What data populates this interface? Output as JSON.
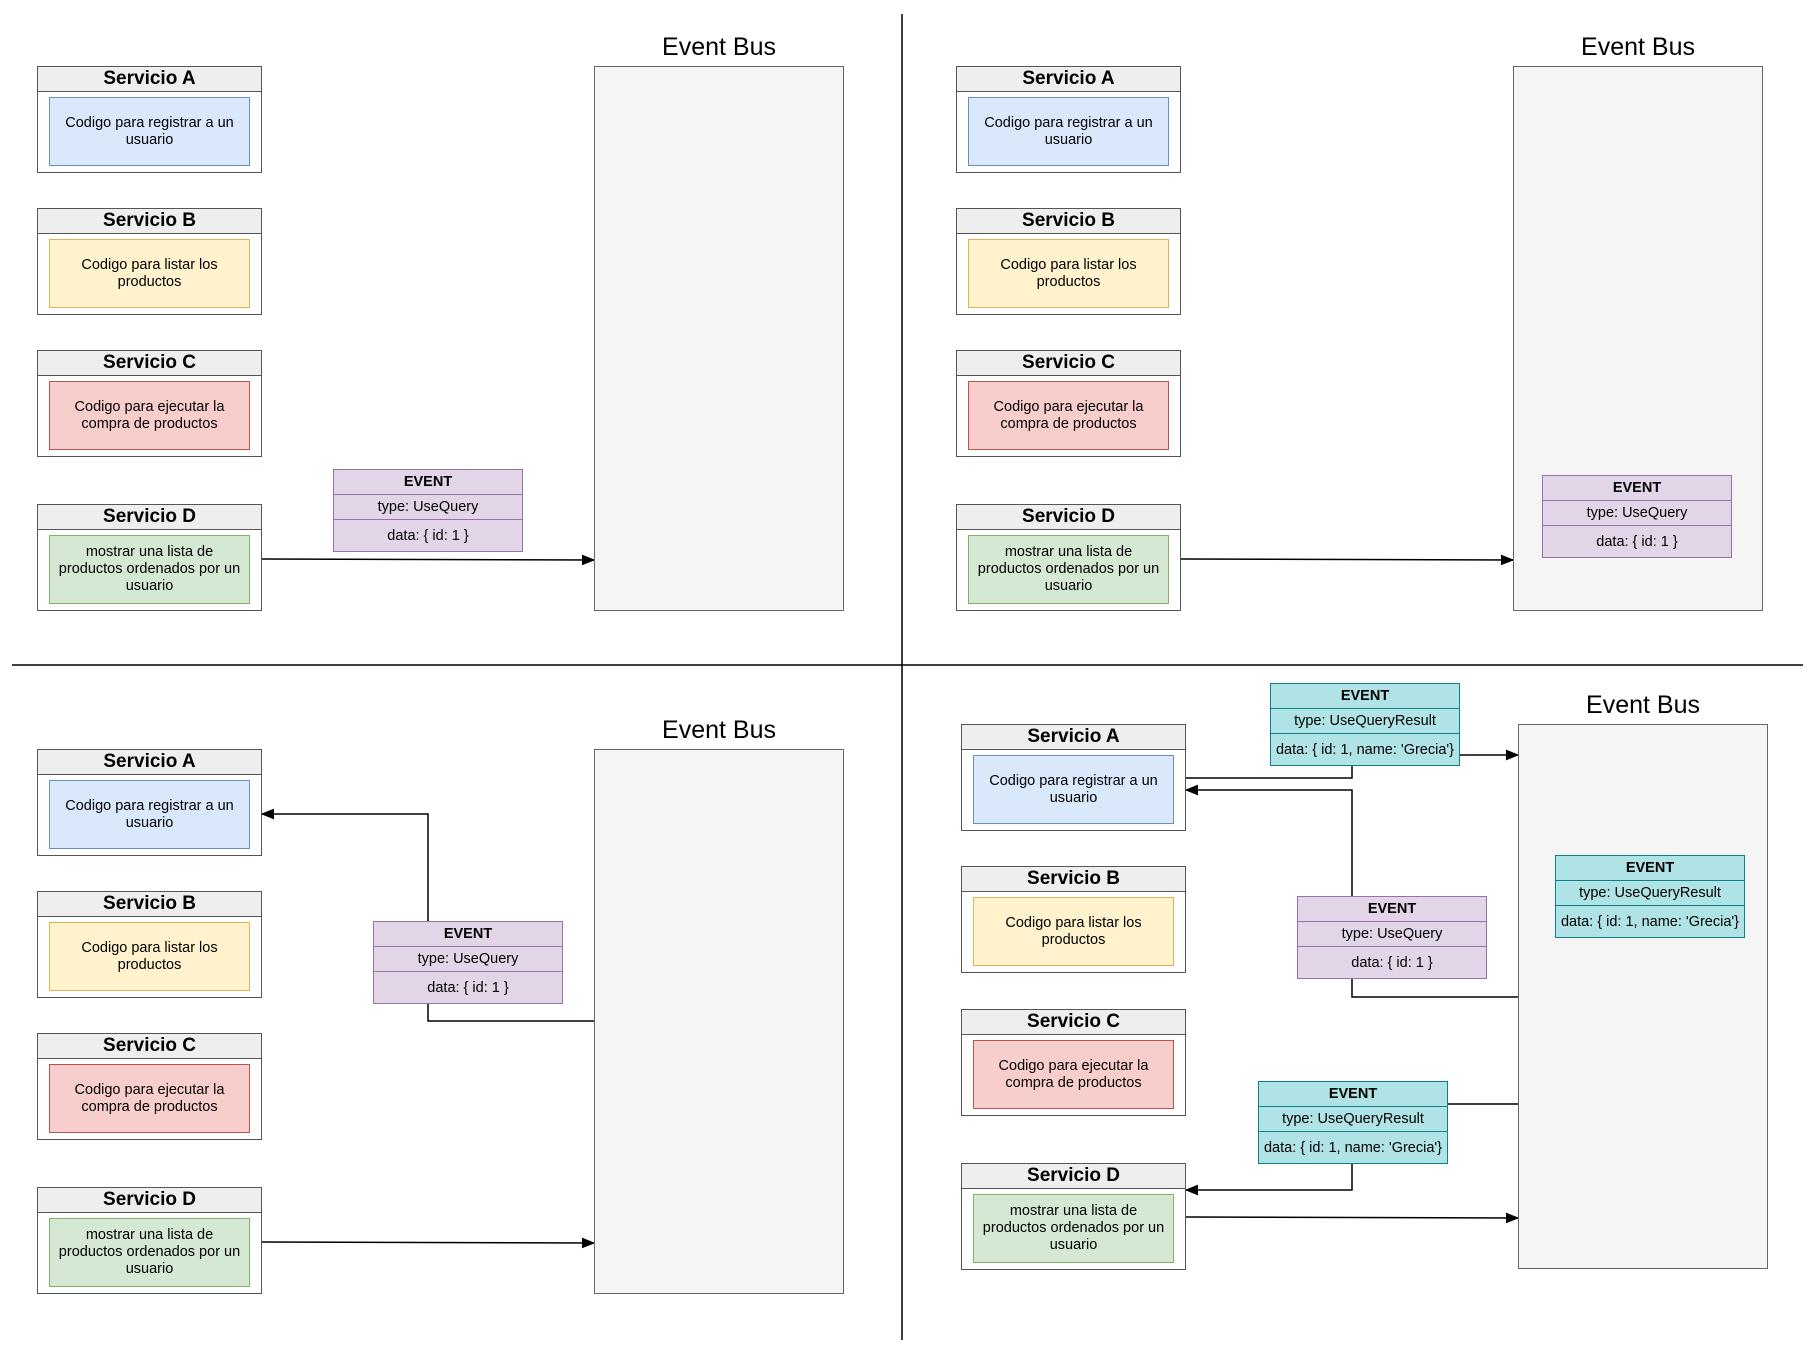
{
  "bus_title": "Event Bus",
  "services": {
    "a": {
      "title": "Servicio A",
      "text": "Codigo para registrar a un usuario"
    },
    "b": {
      "title": "Servicio B",
      "text": "Codigo para listar los productos"
    },
    "c": {
      "title": "Servicio C",
      "text": "Codigo para ejecutar la compra de productos"
    },
    "d": {
      "title": "Servicio D",
      "text": "mostrar una lista de productos ordenados por un usuario"
    }
  },
  "events": {
    "query": {
      "title": "EVENT",
      "type": "type: UseQuery",
      "data": "data: { id: 1 }"
    },
    "result": {
      "title": "EVENT",
      "type": "type: UseQueryResult",
      "data": "data: { id: 1, name: 'Grecia'}"
    }
  },
  "colors": {
    "service_a": "#dae8fc",
    "service_b": "#fff2cc",
    "service_c": "#f8cecc",
    "service_d": "#d5e8d4",
    "event_query": "#e1d5e7",
    "event_result": "#b0e3e6",
    "bus": "#f5f5f5"
  }
}
